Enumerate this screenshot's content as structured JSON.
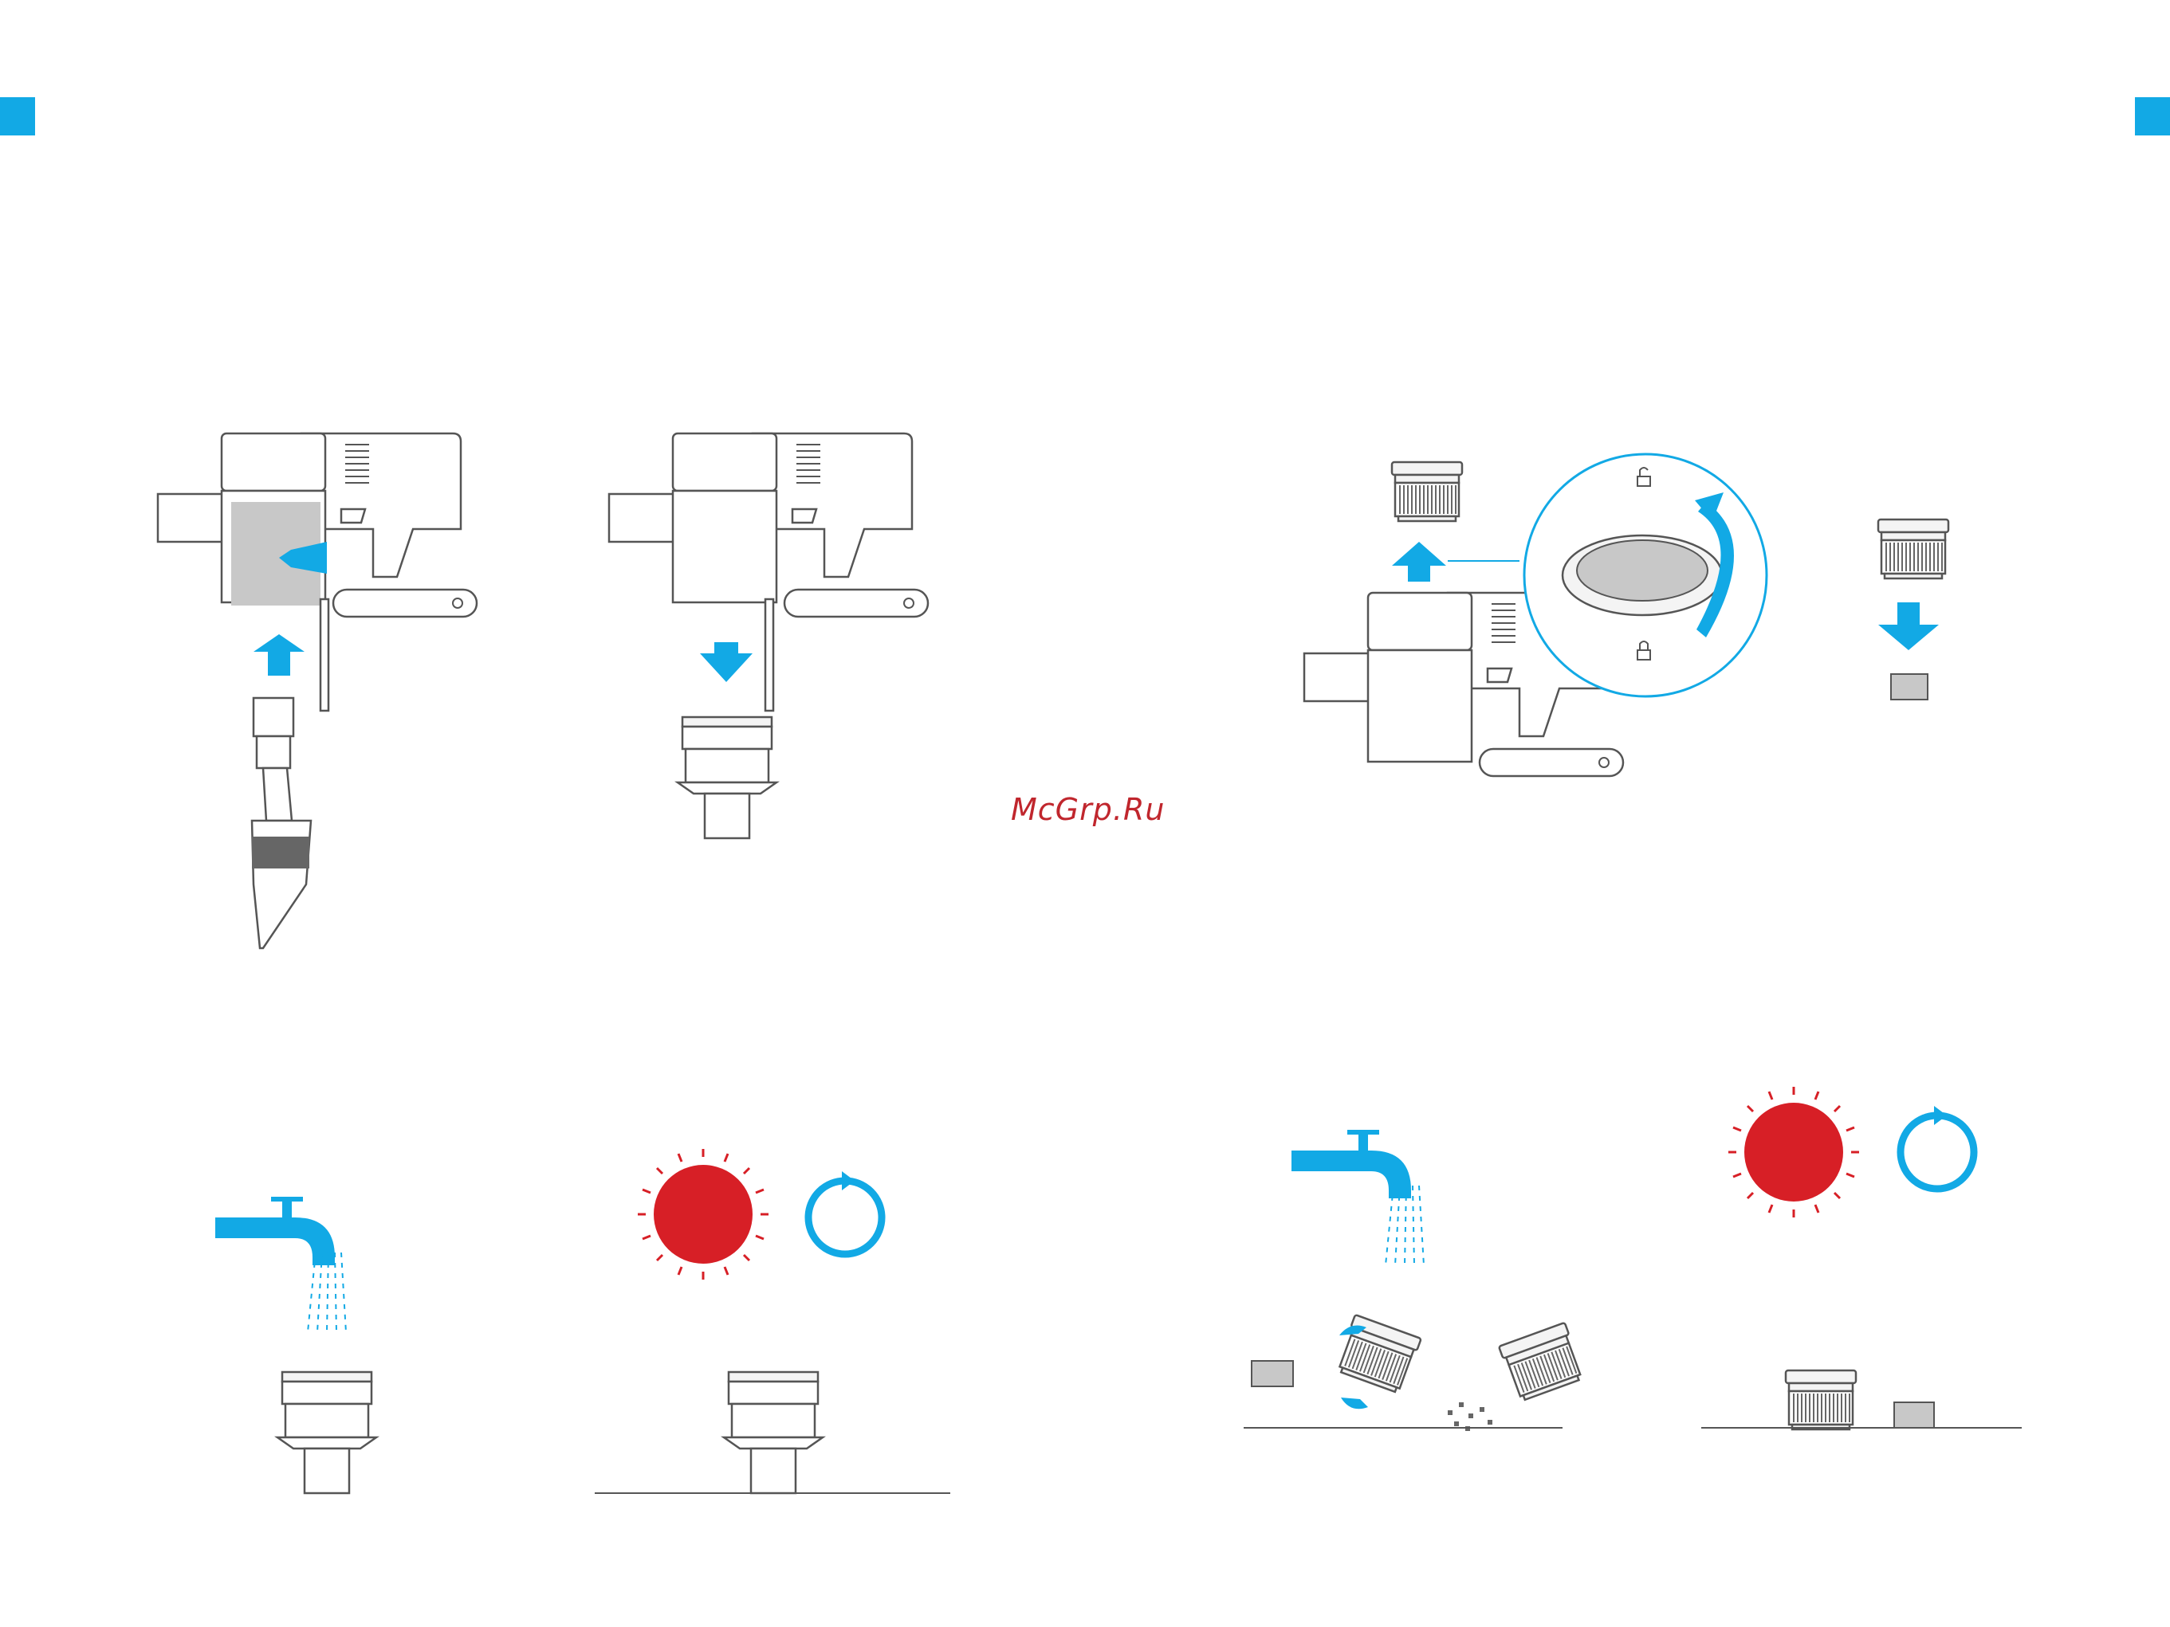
{
  "page": {
    "watermark_text": "McGrp.Ru",
    "colors": {
      "accent_blue": "#12a9e5",
      "heat_red": "#d71f26",
      "line_gray": "#555555",
      "fill_light": "#f4f4f4",
      "fill_gray": "#c8c8c8",
      "watermark_red": "#c0262d",
      "background": "#ffffff"
    }
  },
  "illustrations": [
    {
      "name": "install-brush-attachment",
      "icons": [
        "vacuum-handheld",
        "brush-attachment",
        "arrow-up-icon",
        "twist-arrow-icon"
      ]
    },
    {
      "name": "remove-brush-attachment",
      "icons": [
        "vacuum-handheld",
        "nozzle-adapter",
        "arrow-down-icon"
      ]
    },
    {
      "name": "remove-hepa-filter",
      "icons": [
        "vacuum-handheld",
        "filter-cartridge",
        "magnifier-circle",
        "unlock-icon",
        "lock-icon",
        "rotate-arrow-icon",
        "arrow-up-icon"
      ]
    },
    {
      "name": "separate-foam-filter",
      "icons": [
        "filter-cartridge",
        "arrow-down-icon",
        "foam-pad"
      ]
    },
    {
      "name": "rinse-nozzle",
      "icons": [
        "faucet-icon",
        "water-stream",
        "nozzle-adapter"
      ]
    },
    {
      "name": "dry-nozzle",
      "icons": [
        "sun-icon",
        "cycle-icon",
        "nozzle-adapter"
      ]
    },
    {
      "name": "rinse-and-tap-filter",
      "icons": [
        "faucet-icon",
        "foam-pad",
        "filter-cartridge",
        "rotate-arrow-icon",
        "dust-particles"
      ]
    },
    {
      "name": "dry-filter",
      "icons": [
        "sun-icon",
        "cycle-icon",
        "filter-cartridge",
        "foam-pad"
      ]
    }
  ]
}
